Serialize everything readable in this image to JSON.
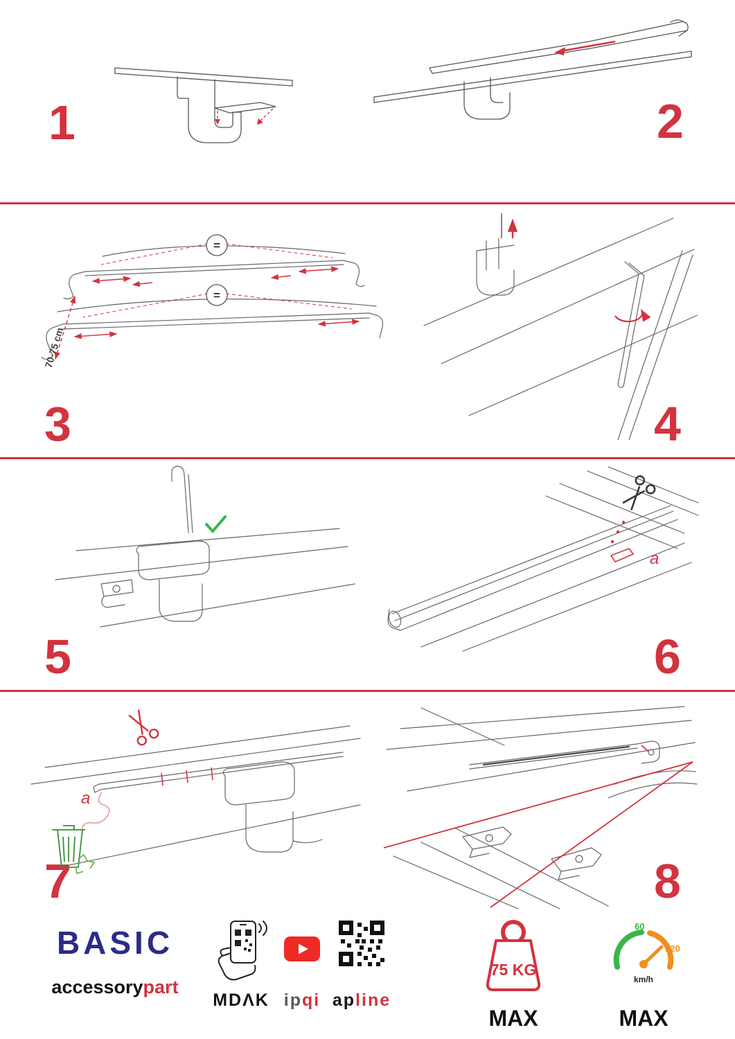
{
  "colors": {
    "accent_red": "#d2333e",
    "brand_blue": "#2b2c87",
    "check_green": "#3cb54a",
    "eco_green": "#5aa83c",
    "gauge_green": "#3cb54a",
    "gauge_orange": "#ef8f1f",
    "youtube_red": "#ee2b24"
  },
  "steps": [
    {
      "number": "1"
    },
    {
      "number": "2"
    },
    {
      "number": "3",
      "dimension_label": "70-75 cm",
      "equal_sign": "="
    },
    {
      "number": "4"
    },
    {
      "number": "5"
    },
    {
      "number": "6",
      "detail_label": "a"
    },
    {
      "number": "7",
      "detail_label": "a"
    },
    {
      "number": "8"
    }
  ],
  "footer": {
    "brand_name": "BASIC",
    "brand_word_black": "accessory",
    "brand_word_red": "part",
    "partner_1": "MDΛK",
    "partner_2_gray": "ip",
    "partner_2_red": "qi",
    "partner_3_black": "ap",
    "partner_3_red": "line",
    "weight_value": "75 KG",
    "weight_max_label": "MAX",
    "speed_tick_low": "60",
    "speed_tick_high": "120",
    "speed_unit": "km/h",
    "speed_max_label": "MAX"
  }
}
